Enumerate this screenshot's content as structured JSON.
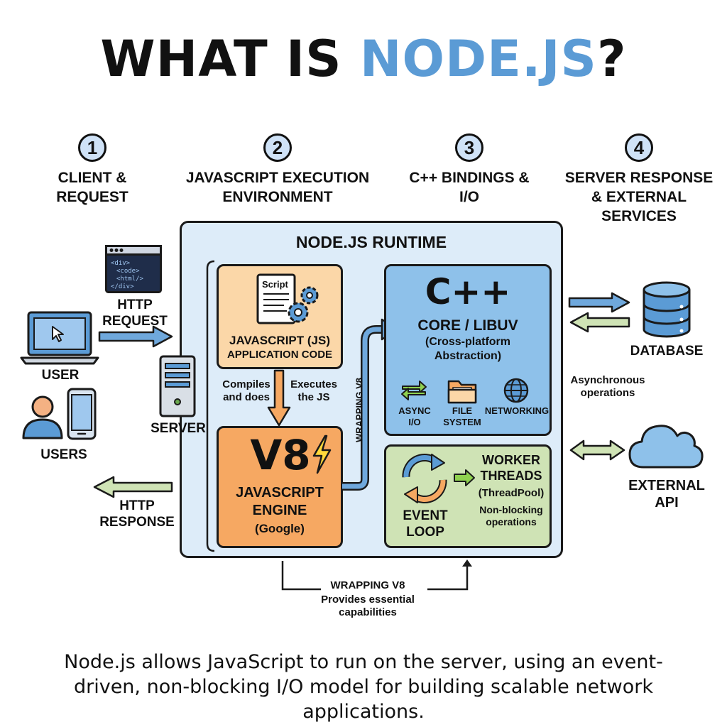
{
  "title": {
    "prefix": "WHAT IS ",
    "highlight": "NODE.JS",
    "suffix": "?"
  },
  "steps": [
    {
      "num": "1",
      "label": "CLIENT & REQUEST"
    },
    {
      "num": "2",
      "label": "JAVASCRIPT EXECUTION ENVIRONMENT"
    },
    {
      "num": "3",
      "label": "C++ BINDINGS & I/O"
    },
    {
      "num": "4",
      "label": "SERVER RESPONSE & EXTERNAL SERVICES"
    }
  ],
  "code_window": {
    "lines": [
      "<div>",
      "<code>",
      "<html/>",
      "</div>"
    ]
  },
  "client": {
    "http_request": "HTTP REQUEST",
    "user": "USER",
    "users": "USERS",
    "server": "SERVER",
    "http_response": "HTTP RESPONSE"
  },
  "runtime": {
    "title": "NODE.JS RUNTIME",
    "script_tag": "Script",
    "js_title": "JAVASCRIPT (JS)",
    "js_sub": "APPLICATION CODE",
    "compiles": "Compiles and does",
    "executes": "Executes the JS",
    "wrapping_vertical": "WRAPPING V8",
    "v8_title": "V8",
    "v8_engine": "JAVASCRIPT ENGINE",
    "v8_google": "(Google)",
    "cpp_title": "C++",
    "cpp_core": "CORE / LIBUV",
    "cpp_sub": "(Cross-platform Abstraction)",
    "async_io": "ASYNC I/O",
    "file_system": "FILE SYSTEM",
    "networking": "NETWORKING",
    "event_loop": "EVENT LOOP",
    "worker_threads": "WORKER THREADS",
    "threadpool": "(ThreadPool)",
    "non_blocking": "Non-blocking operations",
    "wrapping_bottom": "WRAPPING V8",
    "provides": "Provides essential capabilities"
  },
  "external": {
    "database": "DATABASE",
    "async_ops": "Asynchronous operations",
    "external_api": "EXTERNAL API"
  },
  "footer": "Node.js allows JavaScript to run on the server, using an event-driven, non-blocking I/O model for building scalable network applications.",
  "colors": {
    "accent_blue": "#5b9bd5",
    "runtime_bg": "#ddecf9",
    "js_box": "#fbd7a8",
    "v8_box": "#f6a862",
    "cpp_box": "#8ec1ea",
    "loop_box": "#cfe3b5",
    "arrow_blue": "#6fa8dc",
    "arrow_green": "#cfe3b5",
    "arrow_orange": "#f6a862"
  },
  "icons": [
    "code-window-icon",
    "laptop-icon",
    "person-icon",
    "phone-icon",
    "server-tower-icon",
    "script-gear-icon",
    "lightning-icon",
    "sync-arrows-icon",
    "folder-icon",
    "globe-icon",
    "cycle-arrows-icon",
    "database-icon",
    "cloud-icon"
  ]
}
